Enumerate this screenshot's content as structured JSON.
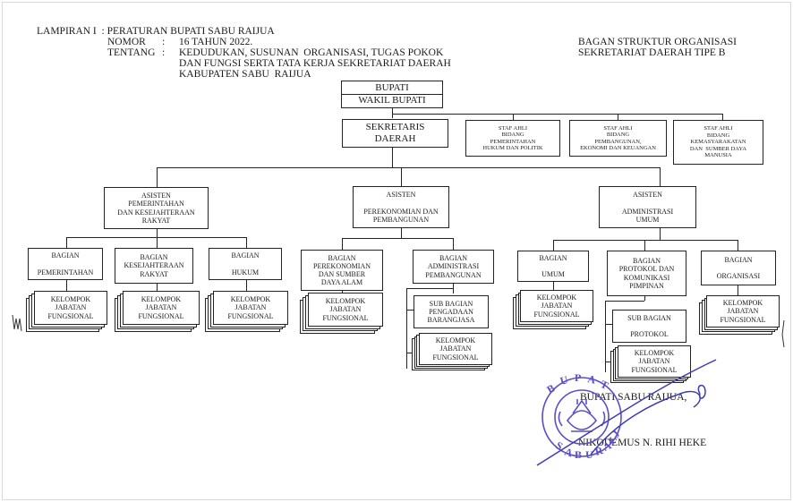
{
  "header": {
    "lampiran": "LAMPIRAN I  : PERATURAN BUPATI SABU RAIJUA",
    "nomor_label": "NOMOR",
    "nomor_colon": ":",
    "nomor_value": "16 TAHUN 2022.",
    "tentang_label": "TENTANG",
    "tentang_colon": ":",
    "tentang_line1": "KEDUDUKAN, SUSUNAN  ORGANISASI, TUGAS POKOK",
    "tentang_line2": "DAN FUNGSI SERTA TATA KERJA SEKRETARIAT DAERAH",
    "tentang_line3": "KABUPATEN SABU  RAIJUA",
    "bagan_line1": "BAGAN STRUKTUR ORGANISASI",
    "bagan_line2": "SEKRETARIAT DAERAH TIPE B"
  },
  "chart": {
    "bupati": "BUPATI",
    "wakil_bupati": "WAKIL BUPATI",
    "sekda": "SEKRETARIS\nDAERAH",
    "staf_ahli_1": "STAF AHLI\nBIDANG\nPEMERINTAHAN\nHUKUM DAN POLITIK",
    "staf_ahli_2": "STAF AHLI\nBIDANG\nPEMBANGUNAN,\nEKONOMI DAN KEUANGAN",
    "staf_ahli_3": "STAF AHLI\nBIDANG\nKEMASYARAKATAN\nDAN  SUMBER DAYA\nMANUSIA",
    "asisten_1": "ASISTEN\nPEMERINTAHAN\nDAN KESEJAHTERAAN\nRAKYAT",
    "asisten_2": "ASISTEN\n\nPEREKONOMIAN DAN\nPEMBANGUNAN",
    "asisten_3": "ASISTEN\n\nADMINISTRASI\nUMUM",
    "bagian_pemerintahan": "BAGIAN\n\nPEMERINTAHAN",
    "bagian_kesra": "BAGIAN\nKESEJAHTERAAN\nRAKYAT",
    "bagian_hukum": "BAGIAN\n\nHUKUM",
    "bagian_perekonomian": "BAGIAN\nPEREKONOMIAN\nDAN SUMBER\nDAYA ALAM",
    "bagian_adm_pembangunan": "BAGIAN\nADMINISTRASI\nPEMBANGUNAN",
    "bagian_umum": "BAGIAN\n\nUMUM",
    "bagian_protokol": "BAGIAN\nPROTOKOL DAN\nKOMUNIKASI\nPIMPINAN",
    "bagian_organisasi": "BAGIAN\n\nORGANISASI",
    "kjf": "KELOMPOK\nJABATAN\nFUNGSIONAL",
    "sub_pengadaan": "SUB BAGIAN\nPENGADAAN\nBARANGJASA",
    "sub_protokol": "SUB BAGIAN\n\nPROTOKOL"
  },
  "signature": {
    "title": "BUPATI SABU RAIJUA,",
    "name": "NIKODEMUS N. RIHI HEKE",
    "stamp_text_top": "BUPATI",
    "stamp_text_bottom": "SABU RAIJUA"
  },
  "colors": {
    "stamp": "#5a4fc9",
    "ink": "#1a1a1a"
  }
}
